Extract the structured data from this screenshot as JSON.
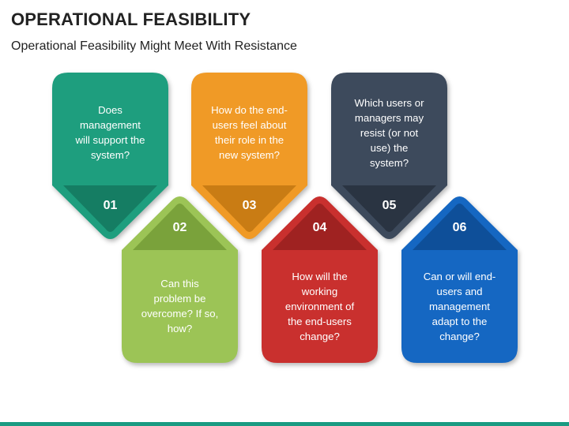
{
  "header": {
    "title": "OPERATIONAL FEASIBILITY",
    "subtitle": "Operational Feasibility Might Meet With Resistance"
  },
  "colors": {
    "footer": "#1a9b82"
  },
  "items": [
    {
      "number": "01",
      "text": "Does management will support the system?",
      "color": "#1e9e7e",
      "dark": "#157d63",
      "orientation": "down"
    },
    {
      "number": "02",
      "text": "Can this problem be overcome? If so, how?",
      "color": "#9cc456",
      "dark": "#7aa23b",
      "orientation": "up"
    },
    {
      "number": "03",
      "text": "How do the end-users feel about their role in the new system?",
      "color": "#f09a26",
      "dark": "#c97c14",
      "orientation": "down"
    },
    {
      "number": "04",
      "text": "How will the working environment of the end-users change?",
      "color": "#c9302e",
      "dark": "#9f2221",
      "orientation": "up"
    },
    {
      "number": "05",
      "text": "Which users or managers may resist (or not use) the system?",
      "color": "#3d4a5c",
      "dark": "#2a3442",
      "orientation": "down"
    },
    {
      "number": "06",
      "text": "Can or will end-users and management adapt to the change?",
      "color": "#1567c2",
      "dark": "#0e4f99",
      "orientation": "up"
    }
  ]
}
